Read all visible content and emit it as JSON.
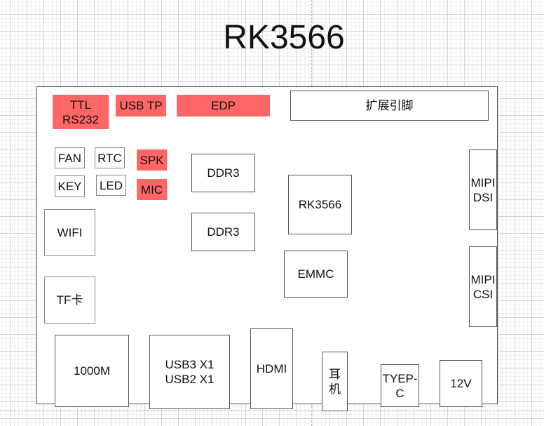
{
  "diagram": {
    "title": "RK3566",
    "colors": {
      "highlight": "#ff6666",
      "border": "#555555",
      "grid": "#d4d4d4"
    },
    "blocks": {
      "ttl_rs232": "TTL\nRS232",
      "usb_tp": "USB TP",
      "edp": "EDP",
      "expansion_pins": "扩展引脚",
      "fan": "FAN",
      "rtc": "RTC",
      "spk": "SPK",
      "key": "KEY",
      "led": "LED",
      "mic": "MIC",
      "ddr3_a": "DDR3",
      "ddr3_b": "DDR3",
      "soc": "RK3566",
      "emmc": "EMMC",
      "wifi": "WIFI",
      "tf_card": "TF卡",
      "mipi_dsi": "MIPI\nDSI",
      "mipi_csi": "MIPI\nCSI",
      "ethernet": "1000M",
      "usb": "USB3 X1\nUSB2 X1",
      "hdmi": "HDMI",
      "headphone": "耳\n机",
      "type_c": "TYEP-\nC",
      "power_12v": "12V"
    },
    "highlighted": [
      "ttl_rs232",
      "usb_tp",
      "edp",
      "spk",
      "mic"
    ]
  }
}
